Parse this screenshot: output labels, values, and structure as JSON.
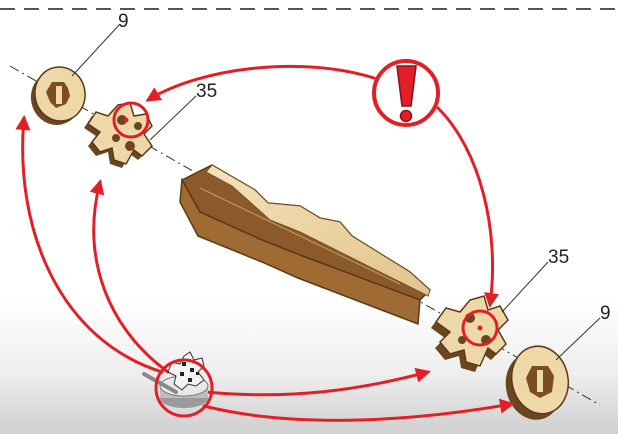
{
  "labels": {
    "spacer_top": "9",
    "gear_top": "35",
    "gear_bottom": "35",
    "spacer_bottom": "9"
  },
  "colors": {
    "arrow_red": "#e21f26",
    "wood_light": "#efd8a8",
    "wood_dark": "#8a5a2b",
    "wood_edge": "#5a3818",
    "leader": "#333333",
    "dashed_line": "#555555"
  },
  "icons": {
    "warning": "exclamation-warning-icon",
    "glue": "glue-pot-icon"
  }
}
